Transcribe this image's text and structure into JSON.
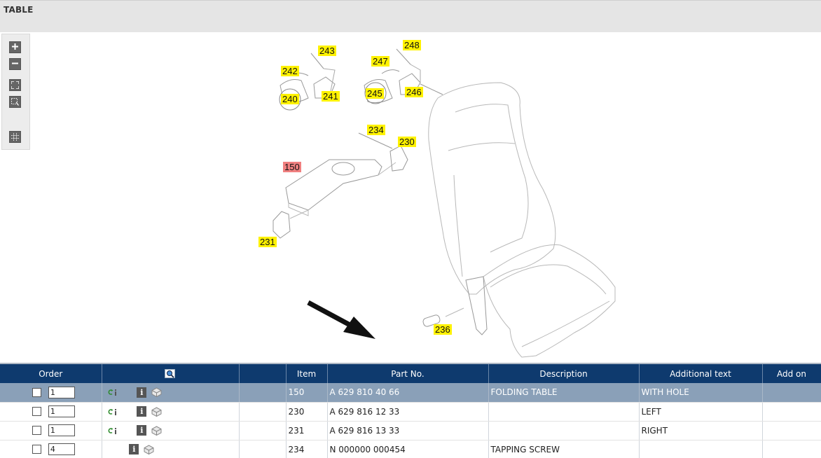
{
  "header": {
    "title": "TABLE"
  },
  "toolbar": {
    "zoom_in_icon": "plus-icon",
    "zoom_out_icon": "minus-icon",
    "fit_icon": "fullscreen-icon",
    "select_icon": "selection-icon",
    "grid_icon": "grid-icon"
  },
  "drawing": {
    "callouts": [
      {
        "label": "243",
        "highlight": "yellow"
      },
      {
        "label": "242",
        "highlight": "yellow"
      },
      {
        "label": "240",
        "highlight": "yellow"
      },
      {
        "label": "241",
        "highlight": "yellow"
      },
      {
        "label": "248",
        "highlight": "yellow"
      },
      {
        "label": "247",
        "highlight": "yellow"
      },
      {
        "label": "245",
        "highlight": "yellow"
      },
      {
        "label": "246",
        "highlight": "yellow"
      },
      {
        "label": "234",
        "highlight": "yellow"
      },
      {
        "label": "230",
        "highlight": "yellow"
      },
      {
        "label": "150",
        "highlight": "red"
      },
      {
        "label": "231",
        "highlight": "yellow"
      },
      {
        "label": "236",
        "highlight": "yellow"
      }
    ],
    "colors": {
      "yellow": "#fff200",
      "red": "#f08080"
    }
  },
  "parts_table": {
    "columns": {
      "order": "Order",
      "tools": "",
      "blank": "",
      "item": "Item",
      "part_no": "Part No.",
      "description": "Description",
      "additional": "Additional text",
      "addon": "Add on"
    },
    "rows": [
      {
        "qty": "1",
        "item": "150",
        "part_no": "A 629 810 40 66",
        "description": "FOLDING TABLE",
        "additional": "WITH HOLE",
        "addon": "",
        "replace": true
      },
      {
        "qty": "1",
        "item": "230",
        "part_no": "A 629 816 12 33",
        "description": "",
        "additional": "LEFT",
        "addon": "",
        "replace": true
      },
      {
        "qty": "1",
        "item": "231",
        "part_no": "A 629 816 13 33",
        "description": "",
        "additional": "RIGHT",
        "addon": "",
        "replace": true
      },
      {
        "qty": "4",
        "item": "234",
        "part_no": "N 000000 000454",
        "description": "TAPPING SCREW",
        "additional": "",
        "addon": "",
        "replace": false
      }
    ],
    "selected_row": 0,
    "colors": {
      "header_bg": "#0e3a6e",
      "selected_bg": "#8aa0b8",
      "replace_icon": "#2e8b2e"
    }
  }
}
